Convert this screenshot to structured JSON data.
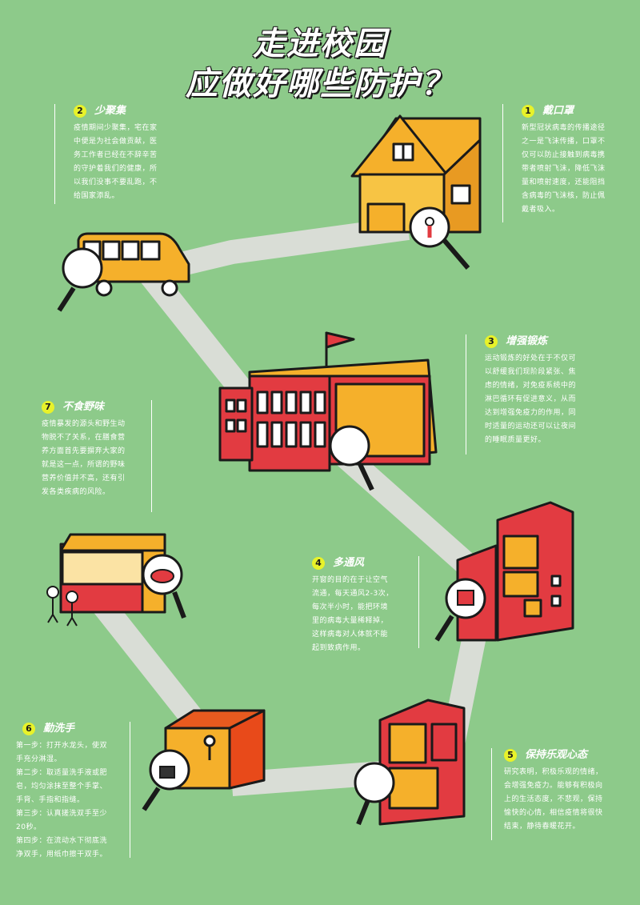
{
  "title": {
    "line1": "走进校园",
    "line2": "应做好哪些防护？"
  },
  "colors": {
    "background": "#8dca8a",
    "path": "#d9ddd6",
    "red": "#e23b41",
    "orange": "#f5b02b",
    "yellow_badge": "#e8f22a"
  },
  "cards": [
    {
      "number": "1",
      "heading": "戴口罩",
      "body": "新型冠状病毒的传播途径\n之一是飞沫传播，口罩不\n仅可以防止接触到病毒携\n带者喷射飞沫，降低飞沫\n量和喷射速度，还能阻挡\n含病毒的飞沫核，防止佩\n戴者吸入。"
    },
    {
      "number": "2",
      "heading": "少聚集",
      "body": "疫情期间少聚集，宅在家\n中便是为社会做贡献，医\n务工作者已经在不辞辛苦\n的守护着我们的健康，所\n以我们没事不要乱跑，不\n给国家添乱。"
    },
    {
      "number": "3",
      "heading": "增强锻炼",
      "body": "运动锻炼的好处在于不仅可\n以舒缓我们现阶段紧张、焦\n虑的情绪，对免疫系统中的\n淋巴循环有促进意义，从而\n达到增强免疫力的作用，同\n时适量的运动还可以让夜间\n的睡眠质量更好。"
    },
    {
      "number": "4",
      "heading": "多通风",
      "body": "开窗的目的在于让空气\n流通，每天通风2-3次，\n每次半小时，能把环境\n里的病毒大量稀释掉，\n这样病毒对人体就不能\n起到致病作用。"
    },
    {
      "number": "5",
      "heading": "保持乐观心态",
      "body": "研究表明，积极乐观的情绪，\n会增强免疫力。能够有积极向\n上的生活态度，不悲观，保持\n愉快的心情，相信疫情将很快\n结束，静待春暖花开。"
    },
    {
      "number": "6",
      "heading": "勤洗手",
      "body": "第一步：打开水龙头，使双\n手充分淋湿。\n第二步：取适量洗手液或肥\n皂，均匀涂抹至整个手掌、\n手背、手指和指缝。\n第三步：认真搓洗双手至少\n20秒。\n第四步：在流动水下彻底洗\n净双手，用纸巾擦干双手。"
    },
    {
      "number": "7",
      "heading": "不食野味",
      "body": "疫情暴发的源头和野生动\n物脱不了关系，在膳食营\n养方面首先要摒弃大家的\n就是这一点，所谓的野味\n营养价值并不高，还有引\n发各类疾病的风险。"
    }
  ],
  "illustrations": [
    "house-icon",
    "school-bus-icon",
    "school-building-icon",
    "stall-icon",
    "apartment-icon",
    "classroom-building-icon",
    "washroom-icon"
  ]
}
